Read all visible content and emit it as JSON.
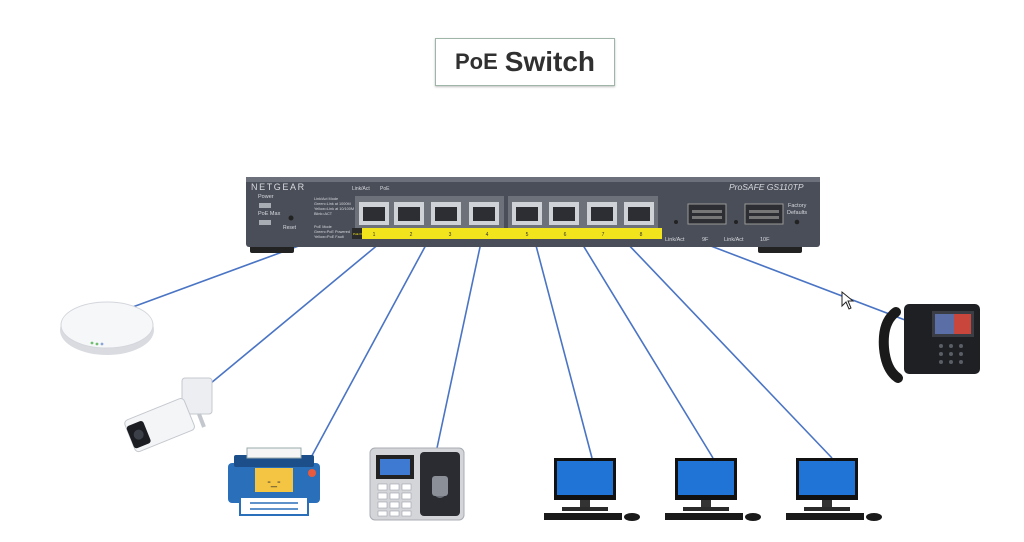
{
  "title": {
    "prefix": "PoE",
    "main": "Switch"
  },
  "switch": {
    "brand": "NETGEAR",
    "model": "ProSAFE GS110TP",
    "header_link_act": "Link/Act",
    "header_poe": "PoE",
    "power_label": "Power",
    "poe_max_label": "PoE Max",
    "reset_label": "Reset",
    "legend_link_lines": [
      "Link/Act Mode",
      "Green=Link at 1000M",
      "Yellow=Link at 10/100M",
      "Blink=ACT"
    ],
    "legend_poe_lines": [
      "PoE Mode",
      "Green=PoE Powered",
      "Yellow=PoE Fault"
    ],
    "poe_port_tag": "PoE Ports",
    "port_numbers": [
      "1",
      "2",
      "3",
      "4",
      "5",
      "6",
      "7",
      "8"
    ],
    "sfp_labels": [
      "Link/Act",
      "9F",
      "Link/Act",
      "10F"
    ],
    "factory_defaults_lines": [
      "Factory",
      "Defaults"
    ]
  },
  "devices": [
    {
      "name": "access-point",
      "port": "1"
    },
    {
      "name": "ip-camera",
      "port": "2"
    },
    {
      "name": "printer",
      "port": "3"
    },
    {
      "name": "biometric-terminal",
      "port": "4"
    },
    {
      "name": "desktop-pc-1",
      "port": "5"
    },
    {
      "name": "desktop-pc-2",
      "port": "6"
    },
    {
      "name": "desktop-pc-3",
      "port": "7"
    },
    {
      "name": "ip-phone",
      "port": "8"
    }
  ],
  "colors": {
    "cable": "#4a74c4",
    "switch_body": "#4a4e58",
    "poe_strip": "#f2e41c",
    "monitor_screen": "#1f74d6",
    "printer_blue": "#2a6fba"
  }
}
